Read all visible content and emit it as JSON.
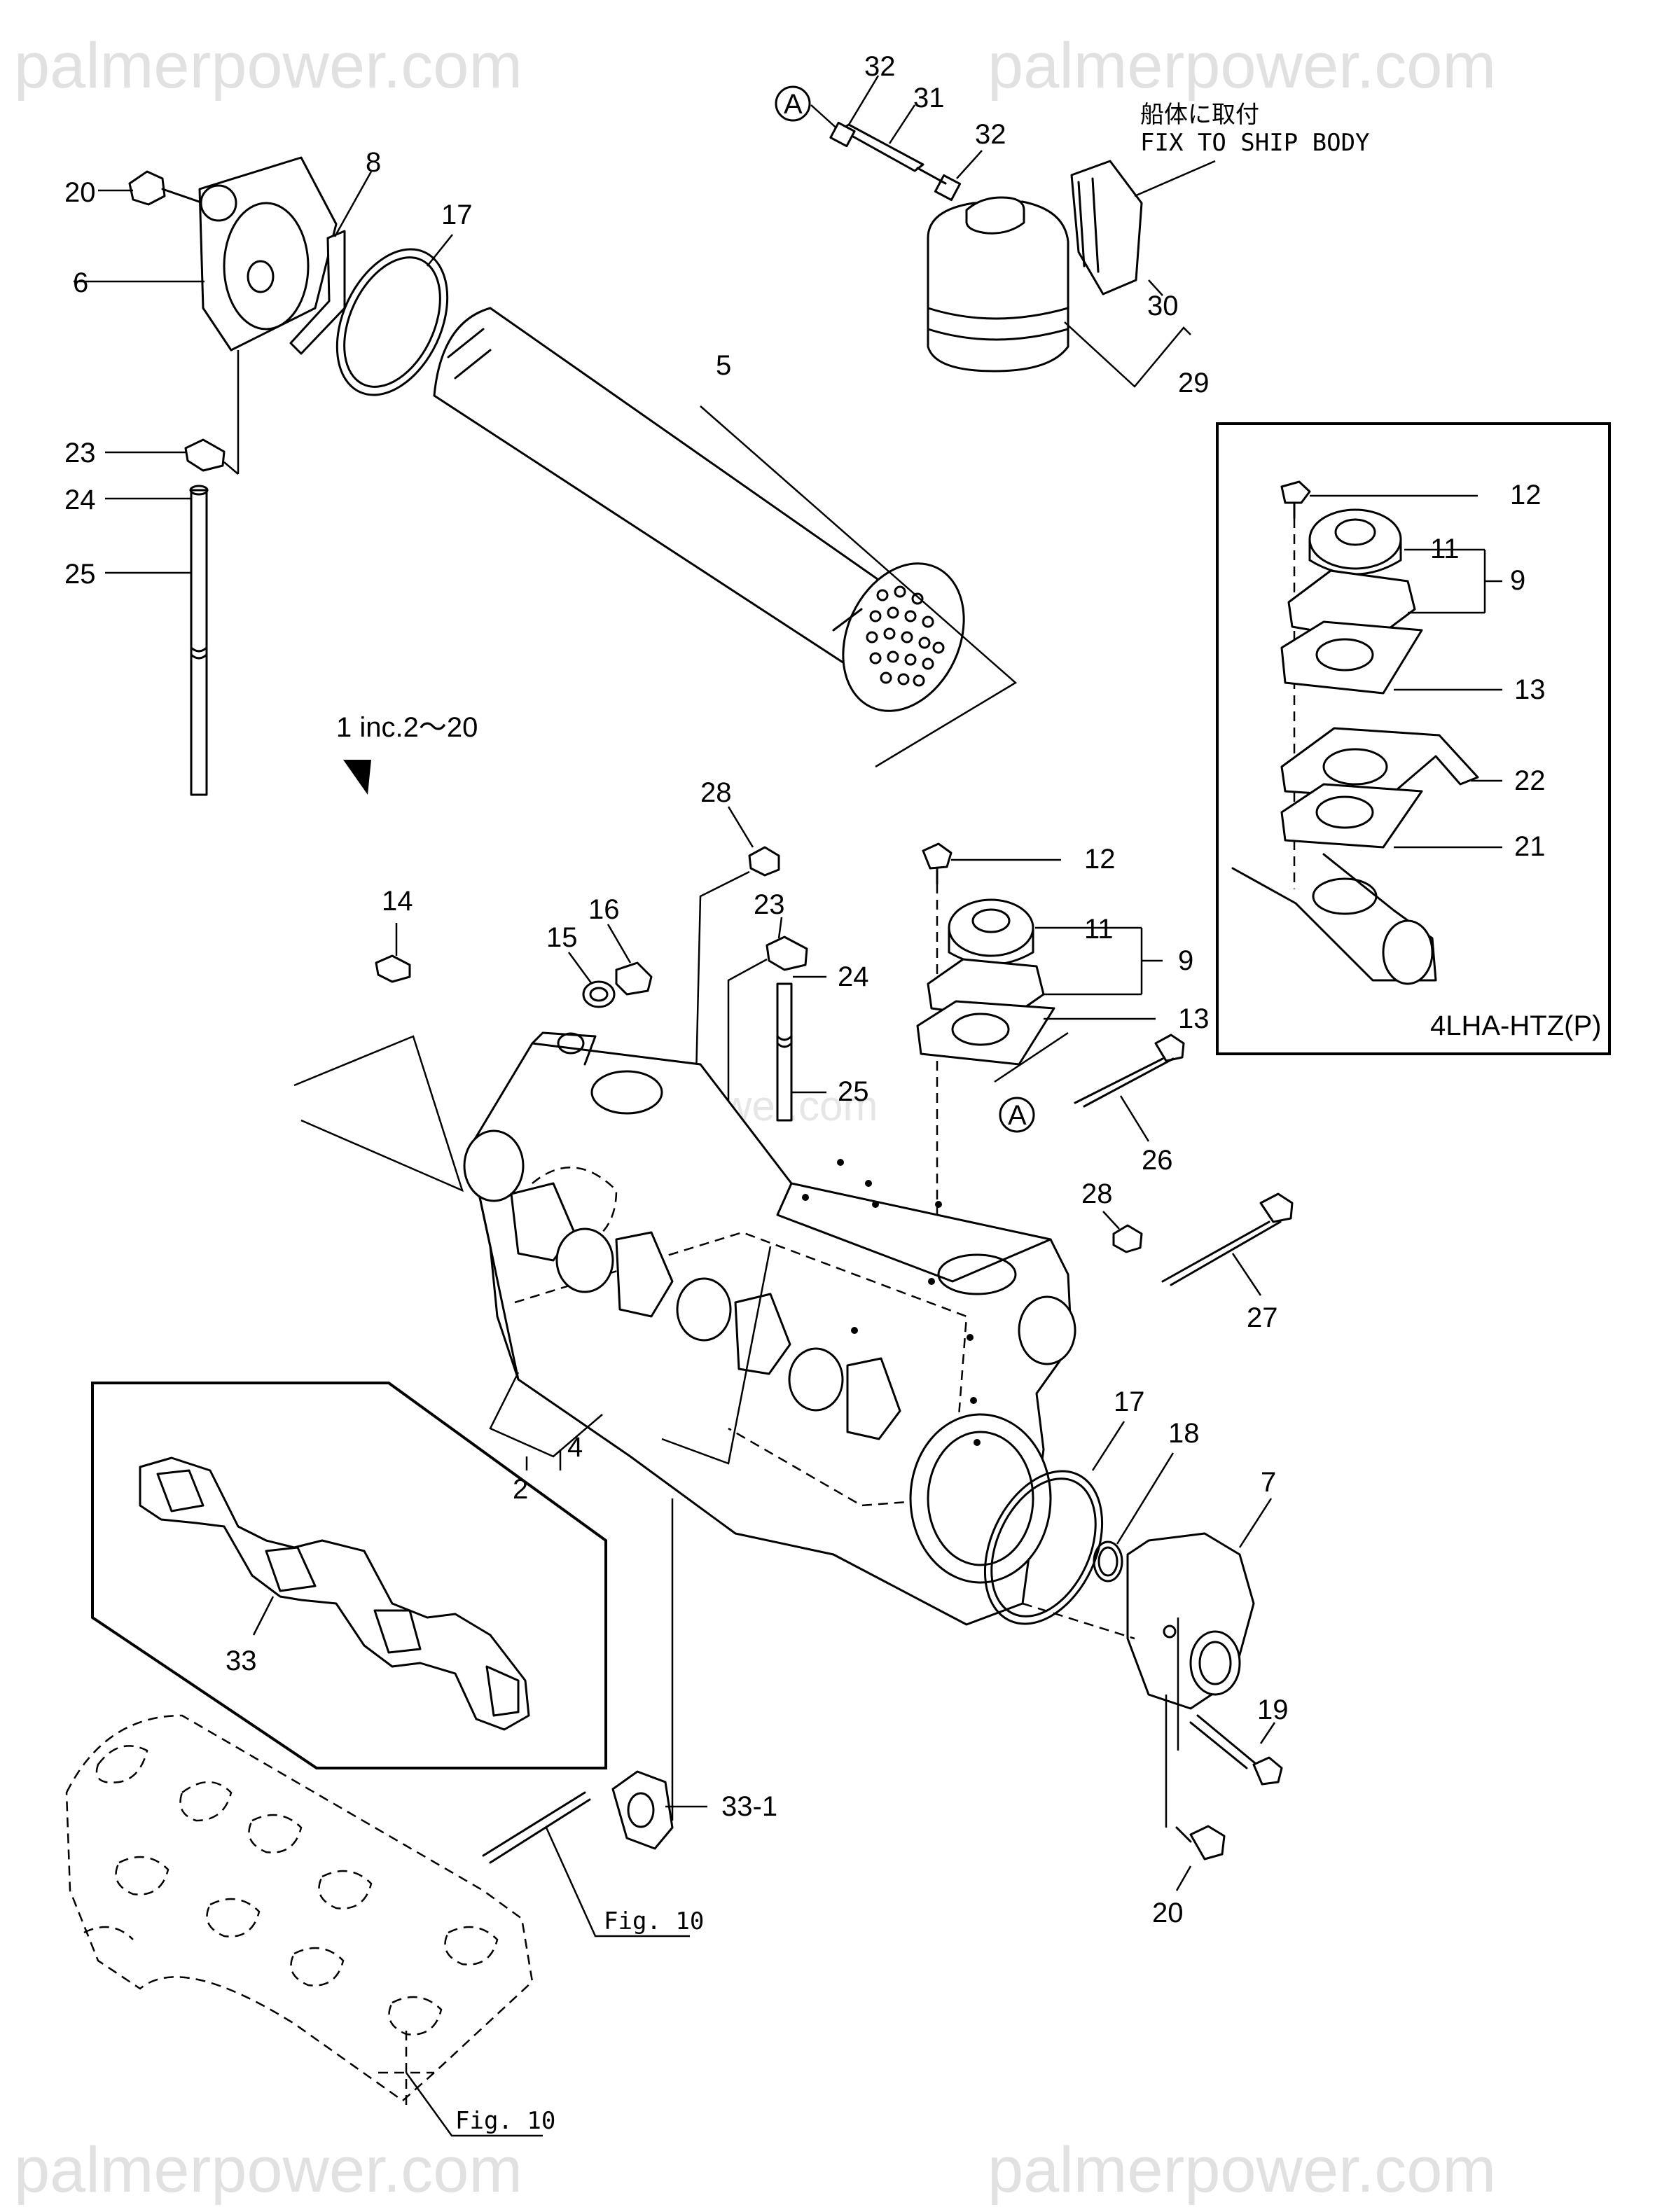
{
  "watermark": "palmerpower.com",
  "labels": {
    "p32a": "32",
    "p31": "31",
    "p32b": "32",
    "pA_top": "A",
    "pA_mid": "A",
    "ship_jp": "船体に取付",
    "ship_en": "FIX TO SHIP BODY",
    "p30": "30",
    "p29": "29",
    "p20a": "20",
    "p8": "8",
    "p17a": "17",
    "p6": "6",
    "p5": "5",
    "p23a": "23",
    "p24a": "24",
    "p25a": "25",
    "p12a": "12",
    "p11a": "11",
    "p9a": "9",
    "p13a": "13",
    "p22": "22",
    "p21": "21",
    "model": "4LHA-HTZ(P)",
    "kit": "1 inc.2～20",
    "p28a": "28",
    "p14": "14",
    "p16": "16",
    "p15": "15",
    "p23b": "23",
    "p24b": "24",
    "p25b": "25",
    "p12b": "12",
    "p11b": "11",
    "p9b": "9",
    "p13b": "13",
    "p26": "26",
    "p28b": "28",
    "p27": "27",
    "p17b": "17",
    "p18": "18",
    "p7": "7",
    "p4": "4",
    "p2": "2",
    "p33": "33",
    "p331": "33-1",
    "p19": "19",
    "p20b": "20",
    "fig10a": "Fig. 10",
    "fig10b": "Fig. 10"
  }
}
